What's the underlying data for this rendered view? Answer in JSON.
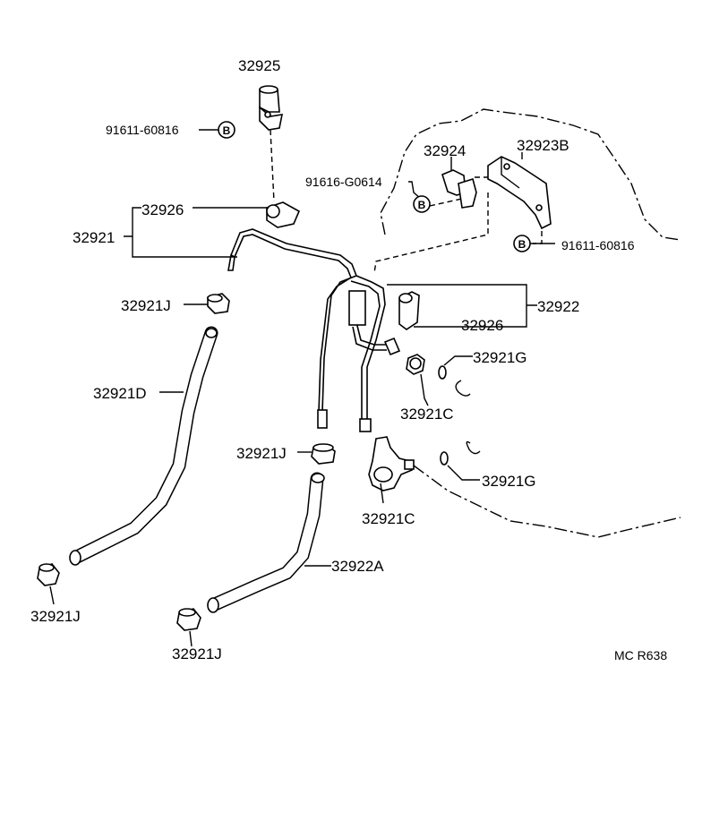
{
  "labels": {
    "p32925": "32925",
    "bolt_top": "91611-60816",
    "p32926_top": "32926",
    "p32921": "32921",
    "p32921J_a": "32921J",
    "p32921D": "32921D",
    "p32921J_bl": "32921J",
    "p32924": "32924",
    "p32923B": "32923B",
    "bolt_mid": "91616-G0614",
    "bolt_right": "91611-60816",
    "p32922": "32922",
    "p32926_right": "32926",
    "p32921G_a": "32921G",
    "p32921C_a": "32921C",
    "p32921J_b": "32921J",
    "p32921G_b": "32921G",
    "p32921C_b": "32921C",
    "p32922A": "32922A",
    "p32921J_bm": "32921J",
    "ref_code": "MC R638"
  },
  "bolt_symbol": "B",
  "icons": [
    "clamp-icon",
    "bolt-icon",
    "hose-icon",
    "bracket-icon",
    "connector-icon"
  ]
}
